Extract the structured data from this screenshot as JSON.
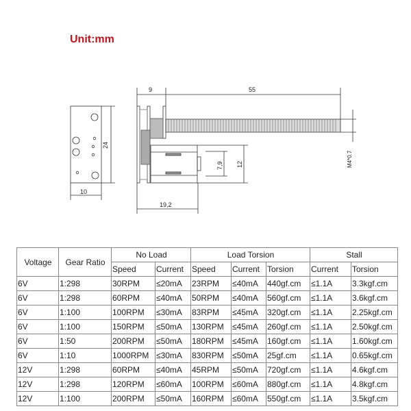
{
  "unit_label": "Unit:mm",
  "drawing": {
    "dims": {
      "width_end": "10",
      "height_end": "24",
      "gearbox_len": "9",
      "screw_len": "55",
      "body_len": "19,2",
      "terminal": "7,9",
      "body_height": "12",
      "thread": "M4*0.7"
    }
  },
  "table": {
    "headers": {
      "voltage": "Voltage",
      "gear_ratio": "Gear Ratio",
      "no_load": "No Load",
      "load_torsion": "Load Torsion",
      "stall": "Stall"
    },
    "subheaders": [
      "Speed",
      "Current",
      "Speed",
      "Current",
      "Torsion",
      "Current",
      "Torsion"
    ],
    "rows": [
      [
        "6V",
        "1:298",
        "30RPM",
        "≤20mA",
        "23RPM",
        "≤40mA",
        "440gf.cm",
        "≤1.1A",
        "3.3kgf.cm"
      ],
      [
        "6V",
        "1:298",
        "60RPM",
        "≤40mA",
        "50RPM",
        "≤40mA",
        "560gf.cm",
        "≤1.1A",
        "3.6kgf.cm"
      ],
      [
        "6V",
        "1:100",
        "100RPM",
        "≤30mA",
        "83RPM",
        "≤45mA",
        "320gf.cm",
        "≤1.1A",
        "2.25kgf.cm"
      ],
      [
        "6V",
        "1:100",
        "150RPM",
        "≤50mA",
        "130RPM",
        "≤45mA",
        "260gf.cm",
        "≤1.1A",
        "2.50kgf.cm"
      ],
      [
        "6V",
        "1:50",
        "200RPM",
        "≤50mA",
        "180RPM",
        "≤45mA",
        "160gf.cm",
        "≤1.1A",
        "1.60kgf.cm"
      ],
      [
        "6V",
        "1:10",
        "1000RPM",
        "≤30mA",
        "830RPM",
        "≤50mA",
        "25gf.cm",
        "≤1.1A",
        "0.65kgf.cm"
      ],
      [
        "12V",
        "1:298",
        "60RPM",
        "≤40mA",
        "45RPM",
        "≤50mA",
        "720gf.cm",
        "≤1.1A",
        "4.6kgf.cm"
      ],
      [
        "12V",
        "1:298",
        "120RPM",
        "≤60mA",
        "100RPM",
        "≤60mA",
        "880gf.cm",
        "≤1.1A",
        "4.8kgf.cm"
      ],
      [
        "12V",
        "1:100",
        "200RPM",
        "≤50mA",
        "160RPM",
        "≤60mA",
        "550gf.cm",
        "≤1.1A",
        "3.5kgf.cm"
      ]
    ]
  }
}
